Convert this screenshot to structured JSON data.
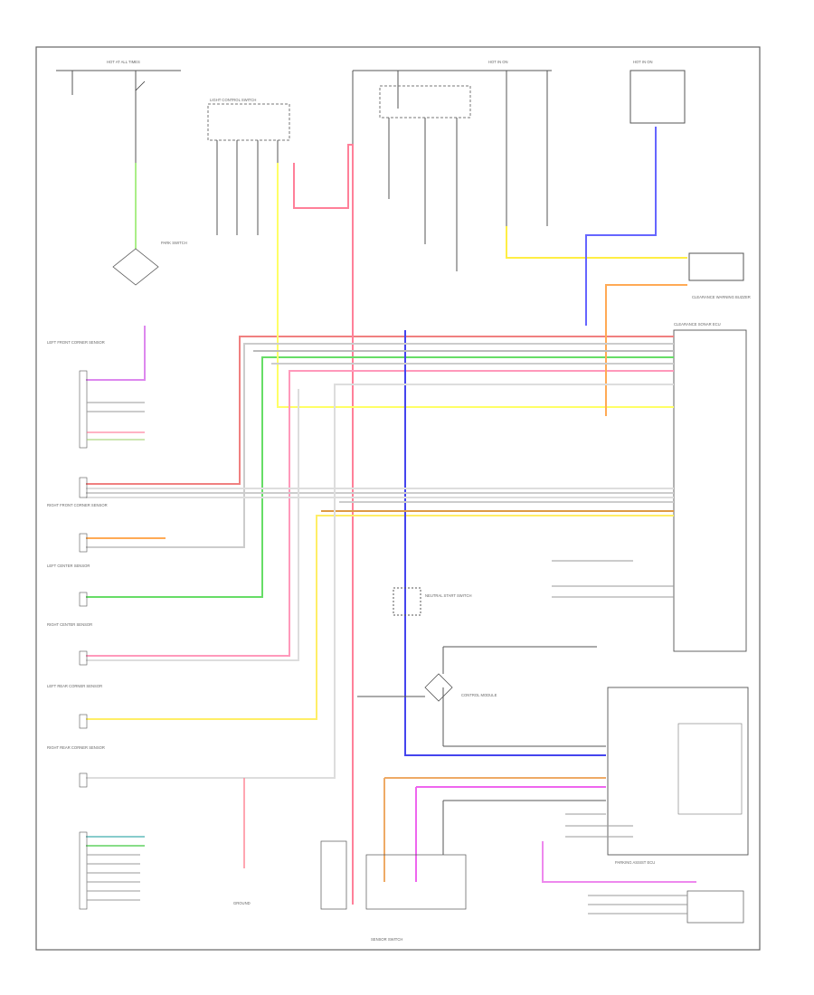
{
  "diagram": {
    "footer_left": "",
    "footer_right": "",
    "labels": {
      "fuse_top_left": "HOT AT ALL TIMES",
      "fuse_top_mid": "HOT IN ON",
      "fuse_top_right": "HOT IN ON",
      "park_switch": "PARK SWITCH",
      "light_switch": "LIGHT CONTROL SWITCH",
      "neutral_start": "NEUTRAL START SWITCH",
      "clearance_sonar_ecu": "CLEARANCE SONAR ECU",
      "parking_assist_ecu": "PARKING ASSIST ECU",
      "sonar_sensor_lf": "LEFT FRONT CORNER SENSOR",
      "sonar_sensor_rf": "RIGHT FRONT CORNER SENSOR",
      "sonar_sensor_lr": "LEFT REAR CORNER SENSOR",
      "sonar_sensor_rr": "RIGHT REAR CORNER SENSOR",
      "sonar_sensor_lc": "LEFT CENTER SENSOR",
      "sonar_sensor_rc": "RIGHT CENTER SENSOR",
      "buzzer": "CLEARANCE WARNING BUZZER",
      "ground": "GROUND",
      "control_module": "CONTROL MODULE",
      "sensor_switch": "SENSOR SWITCH"
    }
  }
}
